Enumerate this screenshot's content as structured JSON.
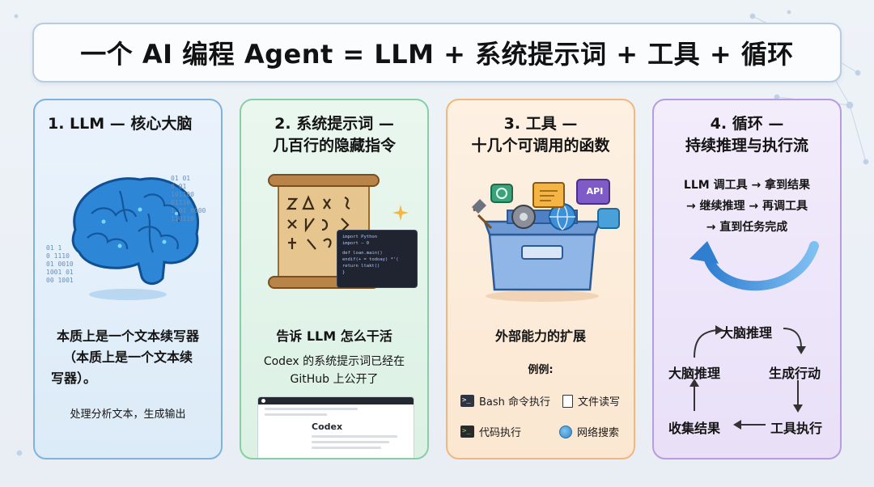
{
  "title": "一个 AI 编程 Agent = LLM + 系统提示词 + 工具 + 循环",
  "cards": [
    {
      "title": "1. LLM — 核心大脑",
      "line1": "本质上是一个文本续写器",
      "line2": "（本质上是一个文本续",
      "line3": "写器）。",
      "sub": "处理分析文本，生成输出",
      "binary": [
        "01 01",
        "0 01",
        "101100",
        "01110",
        "1 01 0000",
        "110110"
      ],
      "binary2": [
        "01 1",
        "0 1110",
        "01 0010",
        "1001 01",
        "00 1001"
      ]
    },
    {
      "title1": "2. 系统提示词 —",
      "title2": "几百行的隐藏指令",
      "main": "告诉 LLM 怎么干活",
      "sub1": "Codex 的系统提示词已经在",
      "sub2": "GitHub 上公开了",
      "code": [
        "import Python",
        "import — 0",
        "def  loan.main()",
        "   endif(+ = todoay) *'(",
        "   return ltakt()",
        "}"
      ],
      "screenshot_title": "Codex"
    },
    {
      "title1": "3. 工具 —",
      "title2": "十几个可调用的函数",
      "main": "外部能力的扩展",
      "example_label": "例例:",
      "api_label": "API",
      "tools": [
        "Bash 命令执行",
        "文件读写",
        "代码执行",
        "网络搜索"
      ]
    },
    {
      "title1": "4. 循环 —",
      "title2": "持续推理与执行流",
      "flow1": "LLM 调工具 → 拿到结果",
      "flow2": "→ 继续推理 → 再调工具",
      "flow3": "→ 直到任务完成",
      "cycle": [
        "大脑推理",
        "生成行动",
        "工具执行",
        "收集结果",
        "大脑推理"
      ]
    }
  ],
  "colors": {
    "card1_border": "#7fb2df",
    "card2_border": "#86cfa5",
    "card3_border": "#f2b67e",
    "card4_border": "#b69ce0",
    "cycle_arrow": "#4a8fd6"
  }
}
